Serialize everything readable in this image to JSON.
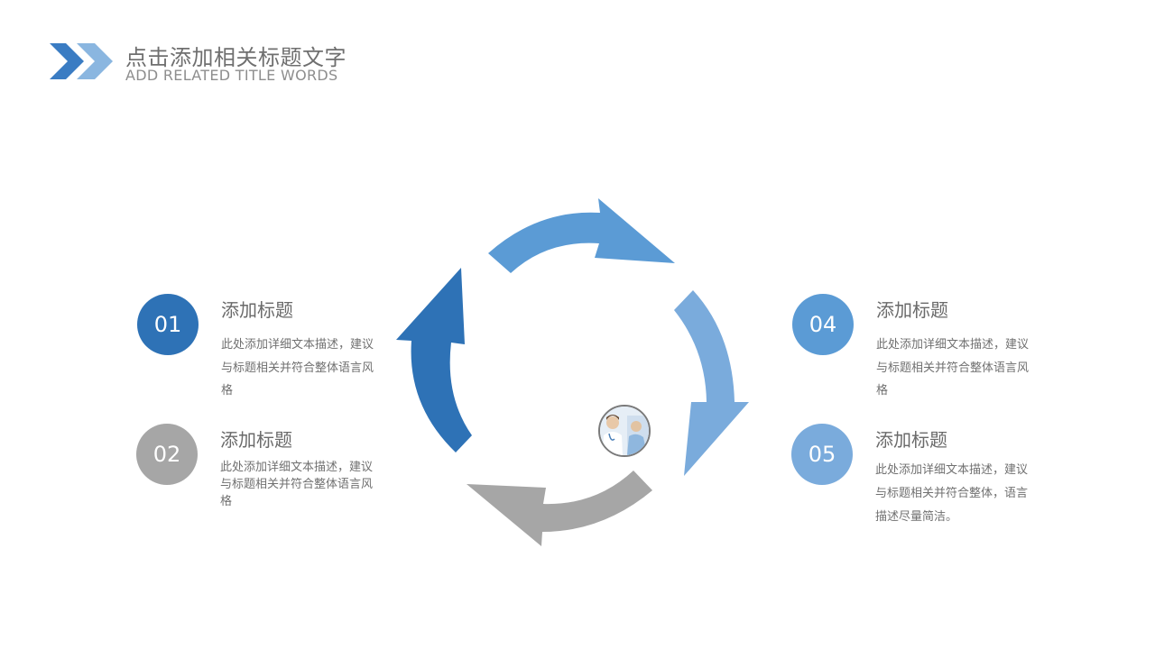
{
  "header": {
    "title": "点击添加相关标题文字",
    "subtitle": "ADD RELATED TITLE WORDS",
    "logo_icon": "double-chevron-right-icon",
    "logo_colors": [
      "#3a7cc3",
      "#8ab6e0"
    ]
  },
  "cycle": {
    "colors": {
      "dark_blue": "#2e72b6",
      "mid_blue": "#5b9bd5",
      "light_blue": "#7aabdc",
      "gray": "#a6a6a6"
    },
    "center_image": "doctor-with-patient-photo"
  },
  "items": [
    {
      "number": "01",
      "title": "添加标题",
      "desc": "此处添加详细文本描述，建议与标题相关并符合整体语言风格",
      "color": "#2e72b6"
    },
    {
      "number": "02",
      "title": "添加标题",
      "desc": "此处添加详细文本描述，建议与标题相关并符合整体语言风格",
      "color": "#a6a6a6"
    },
    {
      "number": "04",
      "title": "添加标题",
      "desc": "此处添加详细文本描述，建议与标题相关并符合整体语言风格",
      "color": "#5b9bd5"
    },
    {
      "number": "05",
      "title": "添加标题",
      "desc": "此处添加详细文本描述，建议与标题相关并符合整体，语言描述尽量简洁。",
      "color": "#7aabdc"
    }
  ]
}
